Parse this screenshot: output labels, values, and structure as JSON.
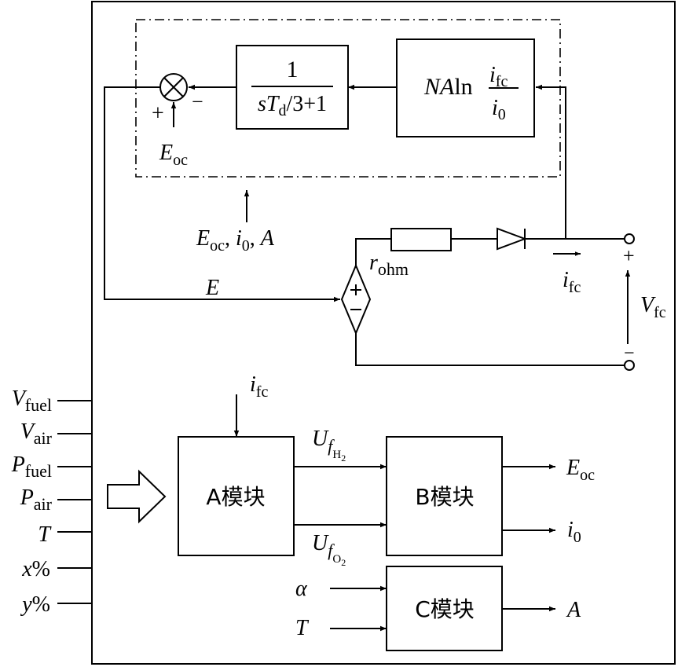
{
  "fc_model": {
    "block_voltage_num": "1",
    "block_voltage_den_s": "s",
    "block_voltage_den_T": "T",
    "block_voltage_den_sub": "d",
    "block_voltage_den_rest": "/3+1",
    "block_tafel_N": "N",
    "block_tafel_A": "A",
    "block_tafel_ln": "ln",
    "block_tafel_i": "i",
    "block_tafel_fc": "fc",
    "block_tafel_i0": "i",
    "block_tafel_0": "0",
    "sum_plus": "+",
    "sum_minus": "−",
    "eoc_label": "E",
    "eoc_sub": "oc",
    "params_E": "E",
    "params_oc": "oc",
    "params_sep1": ", ",
    "params_i": "i",
    "params_0": "0",
    "params_sep2": ", ",
    "params_A": "A",
    "e_label": "E",
    "src_plus": "+",
    "src_minus": "−",
    "r_label": "r",
    "r_sub": "ohm",
    "ifc_label": "i",
    "ifc_sub": "fc",
    "term_plus": "+",
    "term_minus": "−",
    "vfc_label": "V",
    "vfc_sub": "fc"
  },
  "inputs": [
    {
      "sym": "V",
      "sub": "fuel"
    },
    {
      "sym": "V",
      "sub": "air"
    },
    {
      "sym": "P",
      "sub": "fuel"
    },
    {
      "sym": "P",
      "sub": "air"
    },
    {
      "sym": "T",
      "sub": ""
    },
    {
      "sym": "x",
      "sub": "",
      "suffix": "%"
    },
    {
      "sym": "y",
      "sub": "",
      "suffix": "%"
    }
  ],
  "modules": {
    "a_label": "A模块",
    "b_label": "B模块",
    "c_label": "C模块",
    "a_input_i": "i",
    "a_input_sub": "fc",
    "u_h2": {
      "U": "U",
      "f": "f",
      "gas": "H",
      "n": "2"
    },
    "u_o2": {
      "U": "U",
      "f": "f",
      "gas": "O",
      "n": "2"
    },
    "b_out_eoc": "E",
    "b_out_eoc_sub": "oc",
    "b_out_i0": "i",
    "b_out_i0_sub": "0",
    "c_in_alpha": "α",
    "c_in_T": "T",
    "c_out_A": "A"
  }
}
